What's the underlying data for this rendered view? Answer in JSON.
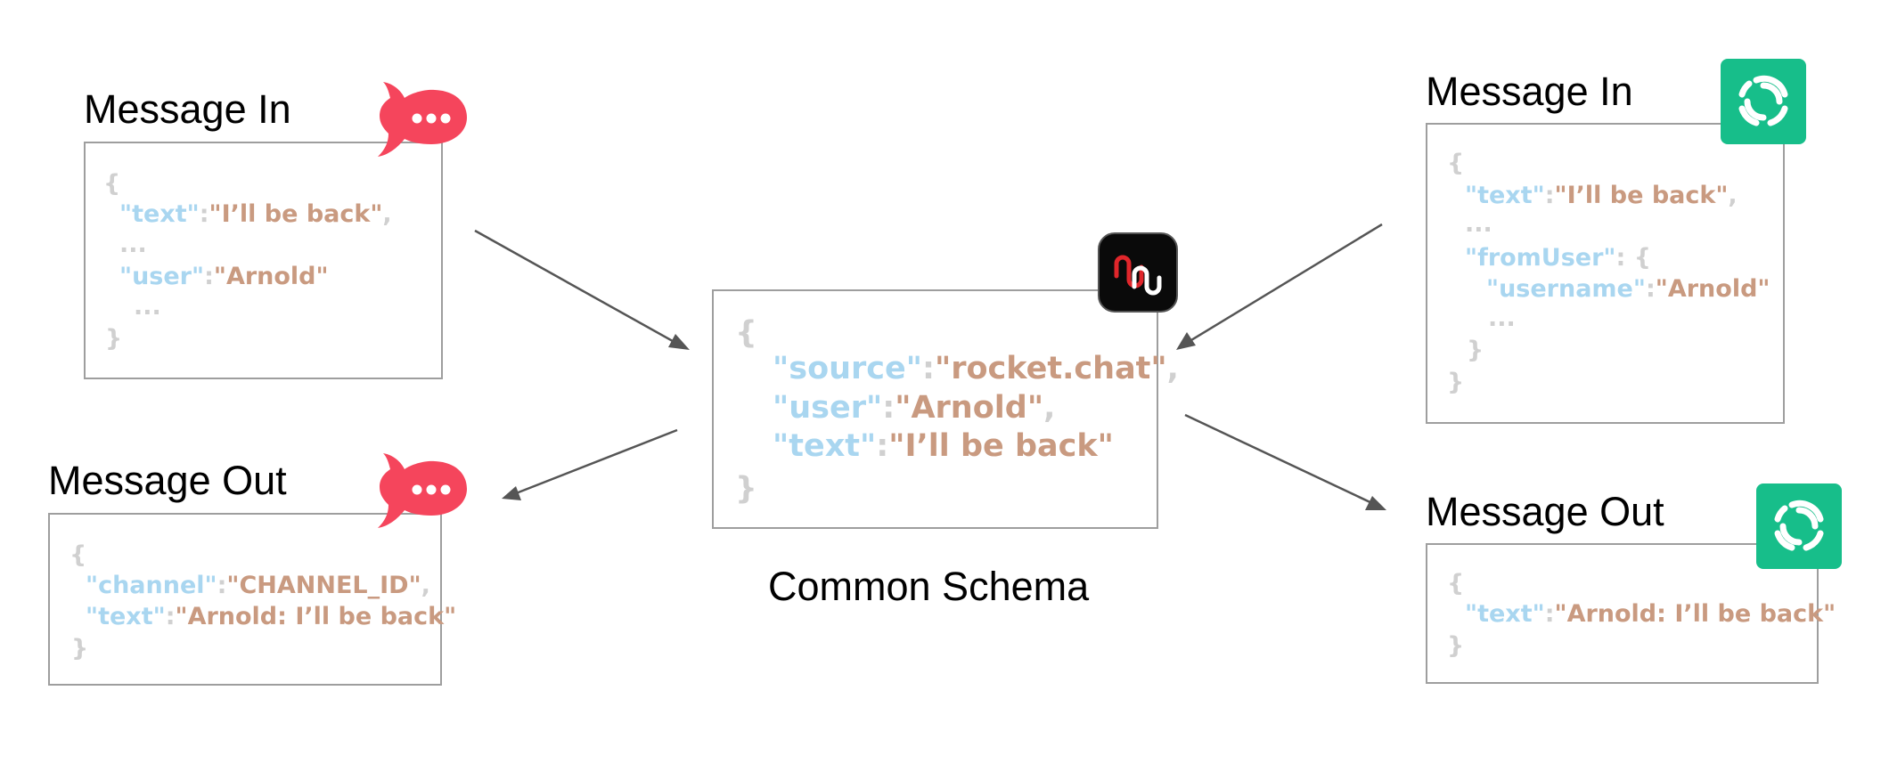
{
  "colors": {
    "key": "#a9d6f0",
    "value": "#c99a80",
    "punct": "#d0d0d0",
    "box_border": "#9e9e9e",
    "arrow": "#555555",
    "rocketchat": "#f5455c",
    "element": "#17be8a",
    "center_badge": "#0a0a0a"
  },
  "icons": {
    "rocketchat": "rocketchat-logo-icon",
    "element": "element-logo-icon",
    "center": "integration-hub-icon"
  },
  "left_in": {
    "title": "Message In",
    "open": "{",
    "k1": "\"text\"",
    "colon1": ":",
    "v1": "\"I’ll be back\"",
    "comma1": ",",
    "ell1": "...",
    "k2": "\"user\"",
    "colon2": ":",
    "v2": "\"Arnold\"",
    "ell2": "...",
    "close": "}"
  },
  "left_out": {
    "title": "Message Out",
    "open": "{",
    "k1": "\"channel\"",
    "colon1": ":",
    "v1": "\"CHANNEL_ID\"",
    "comma1": ",",
    "k2": "\"text\"",
    "colon2": ":",
    "v2": "\"Arnold: I’ll be back\"",
    "close": "}"
  },
  "center": {
    "caption": "Common Schema",
    "open": "{",
    "k1": "\"source\"",
    "colon1": ":",
    "v1": "\"rocket.chat\"",
    "comma1": ",",
    "k2": "\"user\"",
    "colon2": ":",
    "v2": "\"Arnold\"",
    "comma2": ",",
    "k3": "\"text\"",
    "colon3": ":",
    "v3": "\"I’ll be back\"",
    "close": "}"
  },
  "right_in": {
    "title": "Message In",
    "open": "{",
    "k1": "\"text\"",
    "colon1": ":",
    "v1": "\"I’ll be back\"",
    "comma1": ",",
    "ell1": "...",
    "k2": "\"fromUser\"",
    "colon2": ": {",
    "k3": "\"username\"",
    "colon3": ":",
    "v3": "\"Arnold\"",
    "ell2": "...",
    "close_inner": "}",
    "close": "}"
  },
  "right_out": {
    "title": "Message Out",
    "open": "{",
    "k1": "\"text\"",
    "colon1": ":",
    "v1": "\"Arnold: I’ll be back\"",
    "close": "}"
  }
}
